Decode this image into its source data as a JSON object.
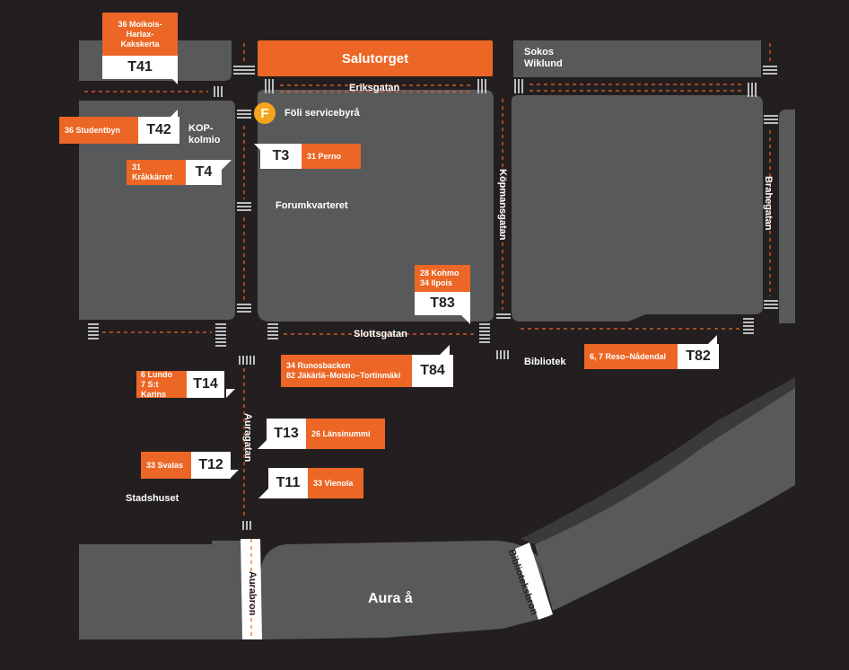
{
  "streets": {
    "eriksgatan": "Eriksgatan",
    "kopmansgatan": "Köpmansgatan",
    "brahegatan": "Brahegatan",
    "slottsgatan": "Slottsgatan",
    "auragatan": "Auragatan",
    "aurabron": "Aurabron",
    "biblioteksbron": "Biblioteksbron"
  },
  "places": {
    "salutorget": "Salutorget",
    "sokos": "Sokos\nWiklund",
    "foli_service": "Föli servicebyrå",
    "kop_kolmio": "KOP-\nkolmio",
    "forumkvarteret": "Forumkvarteret",
    "bibliotek": "Bibliotek",
    "stadshuset": "Stadshuset",
    "aura_a": "Aura å",
    "foli_mark": "F"
  },
  "stops": {
    "T41": {
      "code": "T41",
      "dest": "36 Moikois-\nHarlax-\nKakskerta"
    },
    "T42": {
      "code": "T42",
      "dest": "36 Studentbyn"
    },
    "T4": {
      "code": "T4",
      "dest": "31 Kråkkärret"
    },
    "T3": {
      "code": "T3",
      "dest": "31 Perno"
    },
    "T83": {
      "code": "T83",
      "dest": "28 Kohmo\n34 Ilpois"
    },
    "T84": {
      "code": "T84",
      "dest": "34 Runosbacken\n82 Jäkärlä–Moisio–Tortinmäki"
    },
    "T82": {
      "code": "T82",
      "dest": "6, 7 Reso–Nådendal"
    },
    "T14": {
      "code": "T14",
      "dest": "6 Lundo\n7 S:t Karins"
    },
    "T13": {
      "code": "T13",
      "dest": "26 Länsinummi"
    },
    "T12": {
      "code": "T12",
      "dest": "33 Svalas"
    },
    "T11": {
      "code": "T11",
      "dest": "33 Vienola"
    }
  },
  "colors": {
    "background": "#231f20",
    "block": "#58595b",
    "river": "#3a3a3c",
    "accent": "#ec6625",
    "foli": "#f5a51c",
    "label_bg": "#ffffff"
  }
}
